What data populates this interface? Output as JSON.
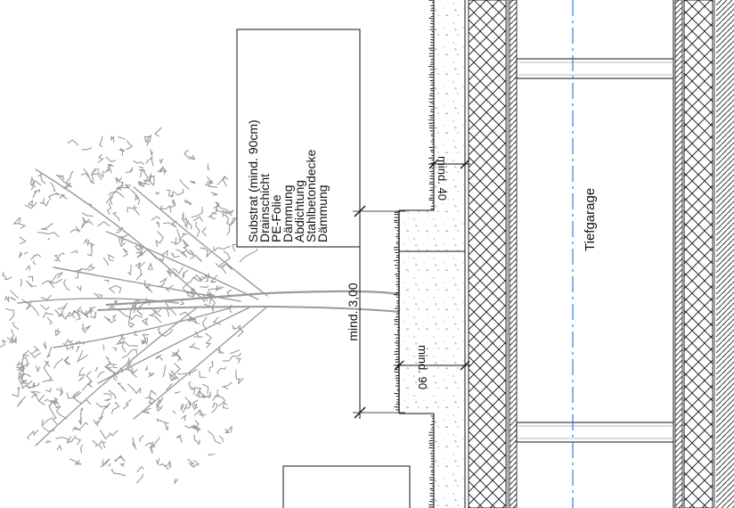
{
  "diagram": {
    "legend_lines": [
      "Substrat (mind. 90cm)",
      "Drainschicht",
      "PE-Folie",
      "Dämmung",
      "Abdichtung",
      "Stahlbetondecke",
      "Dämmung"
    ],
    "space_label": "Tiefgarage",
    "dimension_width": "mind. 3,00",
    "dimension_depth_left": "mind. 40",
    "dimension_depth_right": "mind. 90"
  },
  "colors": {
    "line": "#111111",
    "tree": "#9a9a9a",
    "axis": "#2f7fd6",
    "background": "#ffffff"
  }
}
